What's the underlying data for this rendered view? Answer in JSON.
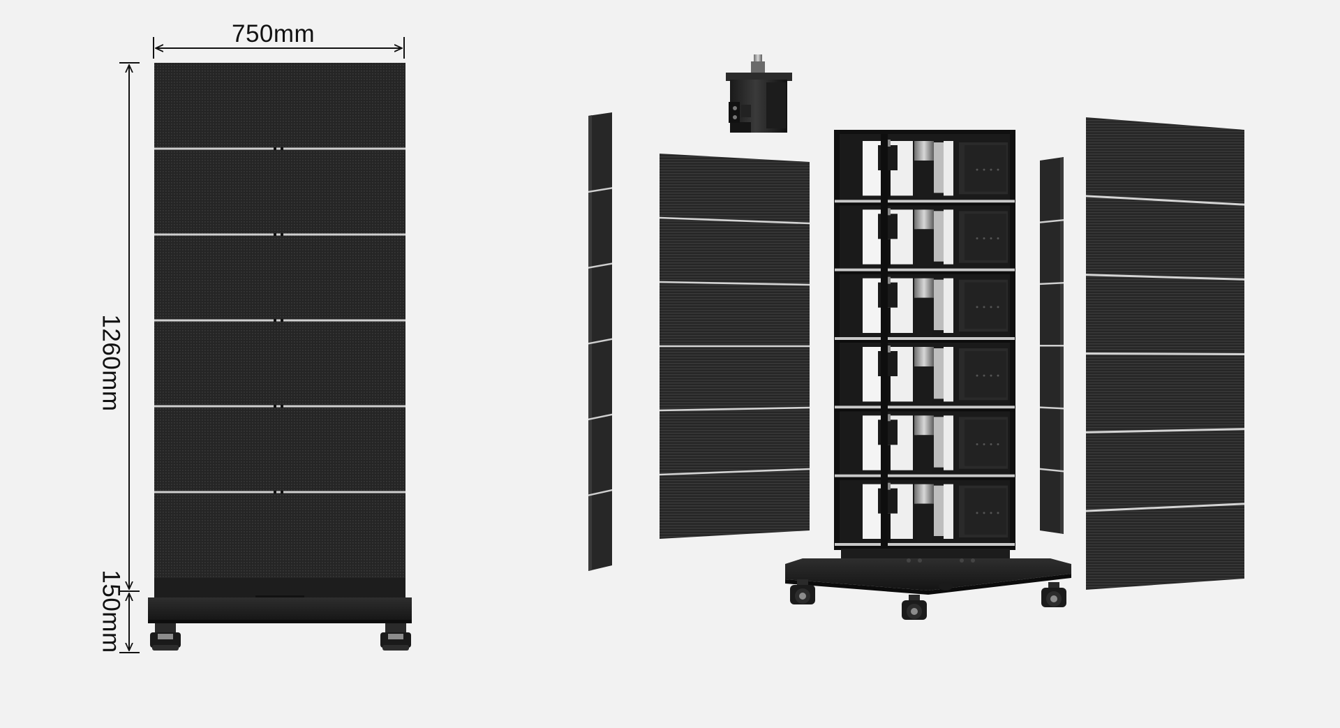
{
  "dimensions": {
    "width_label": "750mm",
    "height_label": "1260mm",
    "base_label": "150mm"
  },
  "colors": {
    "background": "#f2f2f2",
    "panel": "#232323",
    "panel_dark": "#161616",
    "frame": "#101010",
    "seam": "#d9d9d9",
    "dimension_line": "#111111"
  },
  "assembled_view": {
    "panel_rows": 6
  },
  "exploded_view": {
    "cabinet_rows": 6,
    "front_panel_rows": 6,
    "back_panel_rows": 6,
    "side_strip_segments": 6
  }
}
